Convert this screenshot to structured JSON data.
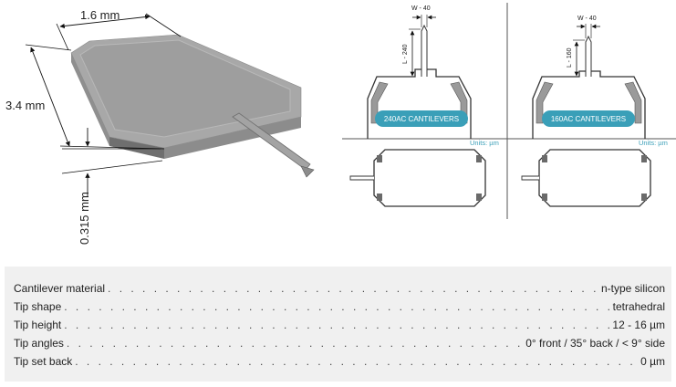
{
  "diagram": {
    "dim_width": "1.6 mm",
    "dim_length": "3.4 mm",
    "dim_thickness": "0.315 mm"
  },
  "cantilevers": [
    {
      "width_label": "W - 40",
      "length_label": "L - 240",
      "badge": "240AC CANTILEVERS",
      "units": "Units: µm"
    },
    {
      "width_label": "W - 40",
      "length_label": "L - 160",
      "badge": "160AC CANTILEVERS",
      "units": "Units: µm"
    }
  ],
  "colors": {
    "badge": "#3a9fb8",
    "chip_top": "#a7a7a7",
    "chip_side": "#8a8a8a",
    "panel": "#f0f0f0"
  },
  "specs": [
    {
      "label": "Cantilever material",
      "value": "n-type silicon"
    },
    {
      "label": "Tip shape",
      "value": "tetrahedral"
    },
    {
      "label": "Tip height",
      "value": "12 - 16 µm"
    },
    {
      "label": "Tip angles",
      "value": "0° front  / 35° back /  < 9° side"
    },
    {
      "label": "Tip set back",
      "value": "0 µm"
    }
  ]
}
